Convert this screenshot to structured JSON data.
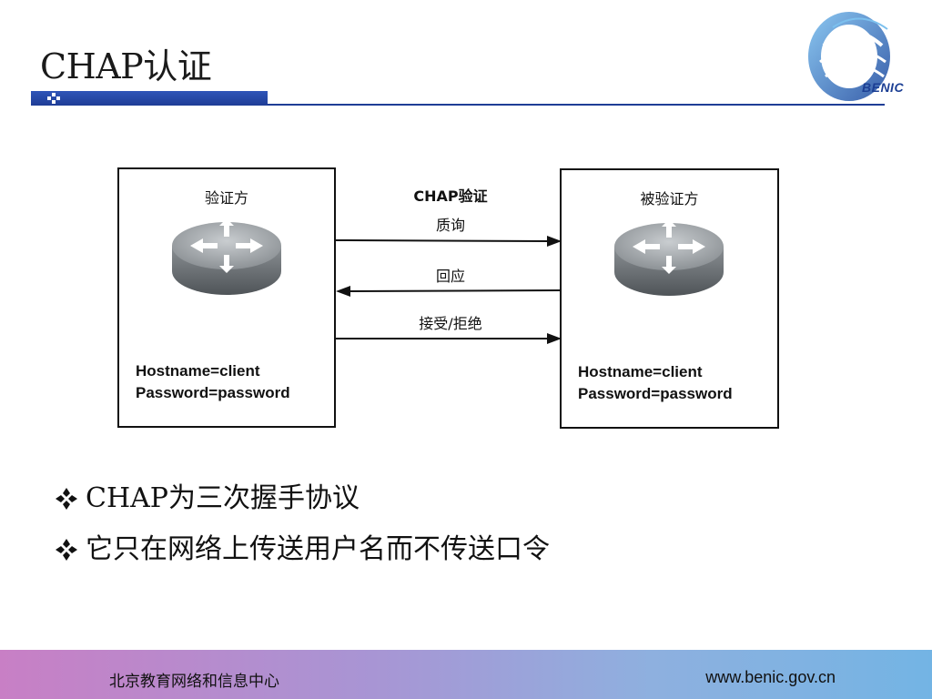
{
  "title": "CHAP认证",
  "logo": {
    "text": "BENIC",
    "icon": "benic-logo-icon"
  },
  "diagram": {
    "left_box": {
      "title": "验证方",
      "hostname": "Hostname=client",
      "password": "Password=password"
    },
    "right_box": {
      "title": "被验证方",
      "hostname": "Hostname=client",
      "password": "Password=password"
    },
    "center_title": "CHAP验证",
    "messages": [
      {
        "label": "质询",
        "direction": "right"
      },
      {
        "label": "回应",
        "direction": "left"
      },
      {
        "label": "接受/拒绝",
        "direction": "right"
      }
    ]
  },
  "bullets": [
    "CHAP为三次握手协议",
    "它只在网络上传送用户名而不传送口令"
  ],
  "footer": {
    "organization": "北京教育网络和信息中心",
    "url": "www.benic.gov.cn"
  },
  "colors": {
    "title_bar": "#1f3d96",
    "footer_gradient_start": "#c87fc5",
    "footer_gradient_end": "#73b4e4"
  }
}
